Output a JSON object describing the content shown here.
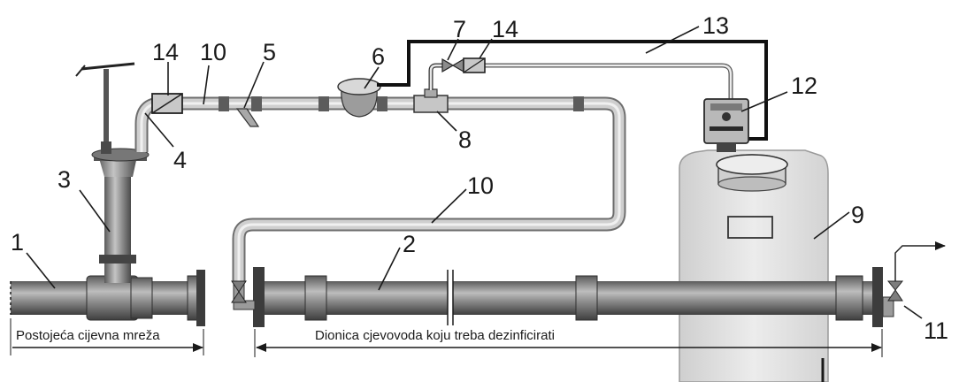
{
  "callouts": {
    "c1": "1",
    "c2": "2",
    "c3": "3",
    "c4": "4",
    "c5": "5",
    "c6": "6",
    "c7": "7",
    "c8": "8",
    "c9": "9",
    "c10a": "10",
    "c10b": "10",
    "c11": "11",
    "c12": "12",
    "c13": "13",
    "c14a": "14",
    "c14b": "14"
  },
  "captions": {
    "existing_network": "Postojeća cijevna mreža",
    "section_to_disinfect": "Dionica cjevovoda koju treba dezinficirati"
  },
  "colors": {
    "pipe_dark": "#8e8e8e",
    "pipe_light": "#d2d2d2",
    "tank": "#e2e2e2",
    "line": "#1a1a1a"
  }
}
